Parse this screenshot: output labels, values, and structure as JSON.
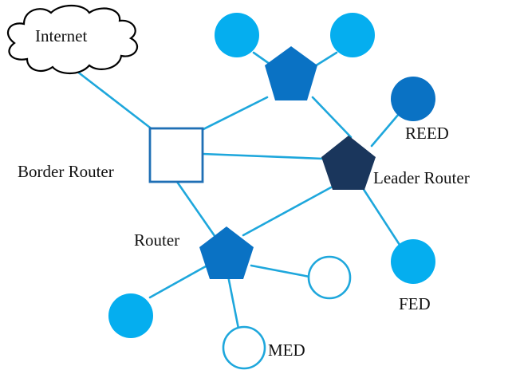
{
  "labels": {
    "internet": "Internet",
    "border_router": "Border Router",
    "leader_router": "Leader Router",
    "router": "Router",
    "reed": "REED",
    "fed": "FED",
    "med": "MED"
  },
  "colors": {
    "link": "#1ea7dc",
    "light_blue": "#05aeef",
    "mid_blue": "#0a72c4",
    "dark_blue": "#1a365c",
    "border_router_stroke": "#1f6fb5",
    "cloud_stroke": "#000000"
  }
}
